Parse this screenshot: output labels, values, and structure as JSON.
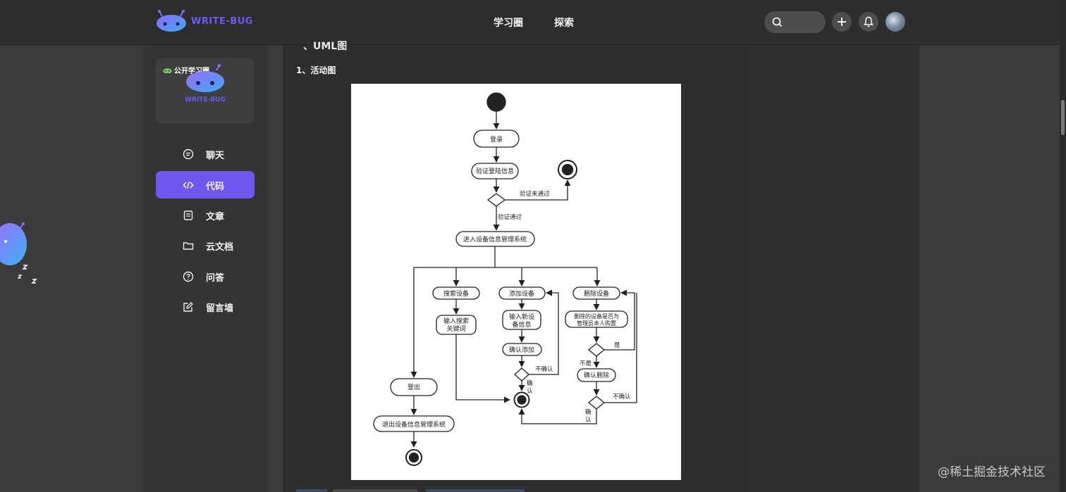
{
  "header": {
    "brand": "WRITE-BUG",
    "nav": [
      "学习圈",
      "探索"
    ]
  },
  "sidebar": {
    "card_tag": "公开学习圈",
    "card_brand": "WRITE-BUG",
    "items": [
      {
        "label": "聊天",
        "icon": "chat-icon",
        "active": false
      },
      {
        "label": "代码",
        "icon": "code-icon",
        "active": true
      },
      {
        "label": "文章",
        "icon": "article-icon",
        "active": false
      },
      {
        "label": "云文档",
        "icon": "folder-icon",
        "active": false
      },
      {
        "label": "问答",
        "icon": "question-icon",
        "active": false
      },
      {
        "label": "留言墙",
        "icon": "edit-icon",
        "active": false
      }
    ]
  },
  "article": {
    "section_heading": "、UML图",
    "subheading": "1、活动图"
  },
  "diagram": {
    "nodes": {
      "login": "登录",
      "verify": "验证登陆信息",
      "enter": "进入设备信息管理系统",
      "search": "搜索设备",
      "add": "添加设备",
      "delete": "删除设备",
      "input_kw_1": "输入搜索",
      "input_kw_2": "关键词",
      "input_new_1": "输入新设",
      "input_new_2": "备信息",
      "confirm_add": "确认添加",
      "del_check_1": "删除的设备是否为",
      "del_check_2": "管理员本人购置",
      "confirm_del": "确认删除",
      "logout": "登出",
      "exit": "退出设备信息管理系统"
    },
    "edges": {
      "verify_fail": "验证未通过",
      "verify_pass": "验证通过",
      "not_confirm_add": "不确认",
      "confirm_add_1": "确",
      "confirm_add_2": "认",
      "yes": "是",
      "no": "不是",
      "not_confirm_del": "不确认",
      "confirm_del_1": "确",
      "confirm_del_2": "认"
    }
  },
  "watermark": "@稀土掘金技术社区",
  "colors": {
    "accent": "#6f57f0",
    "brand": "#6a5cf2",
    "page_bg": "#3b3b3b",
    "topbar_bg": "#2d2d2d"
  }
}
